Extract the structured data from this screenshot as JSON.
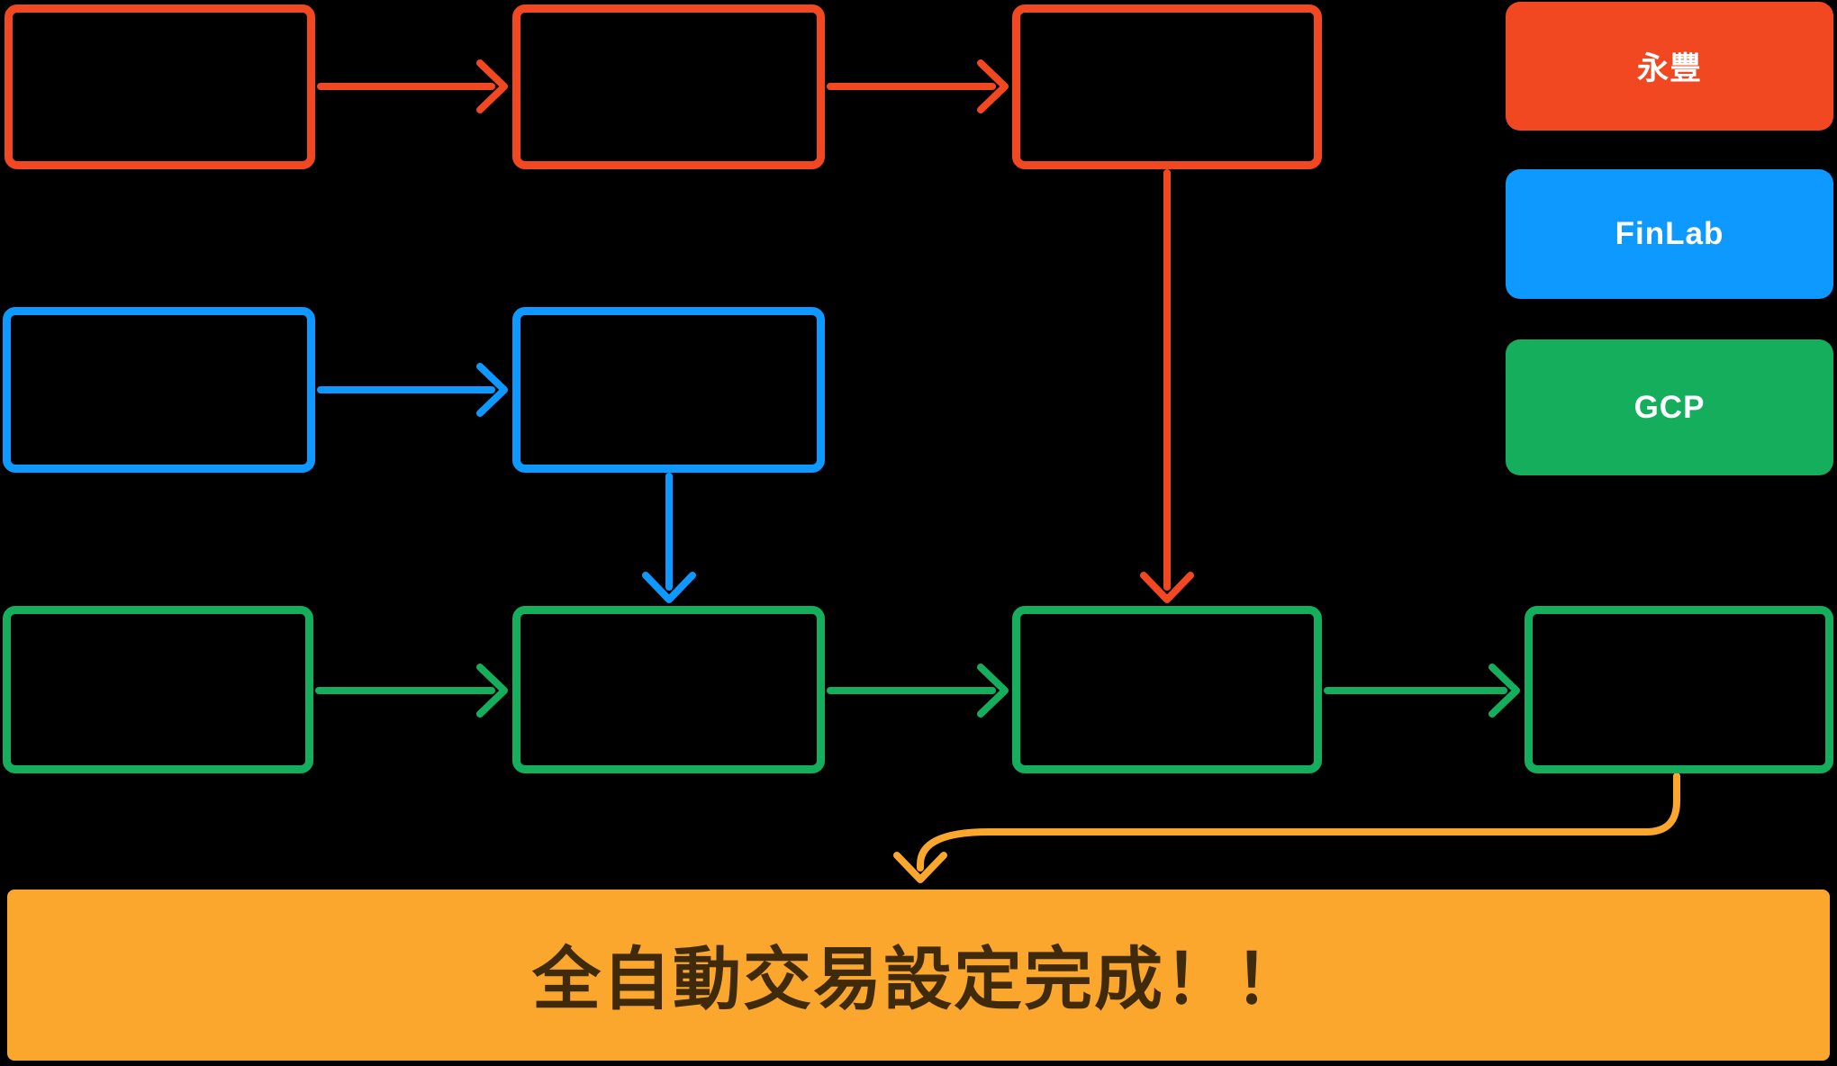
{
  "colors": {
    "background": "#000000",
    "sinopac_red": "#F24822",
    "finlab_blue": "#0D99FF",
    "gcp_green": "#14AE5C",
    "highlight_orange": "#FBA62C",
    "banner_text": "#3F2A0B",
    "legend_text": "#FFFFFF"
  },
  "legend": {
    "items": [
      {
        "label": "永豐"
      },
      {
        "label": "FinLab"
      },
      {
        "label": "GCP"
      }
    ]
  },
  "banner": {
    "label": "全自動交易設定完成！！"
  },
  "diagram": {
    "rows": [
      {
        "group": "永豐",
        "box_count": 3
      },
      {
        "group": "FinLab",
        "box_count": 2
      },
      {
        "group": "GCP",
        "box_count": 4
      }
    ]
  }
}
